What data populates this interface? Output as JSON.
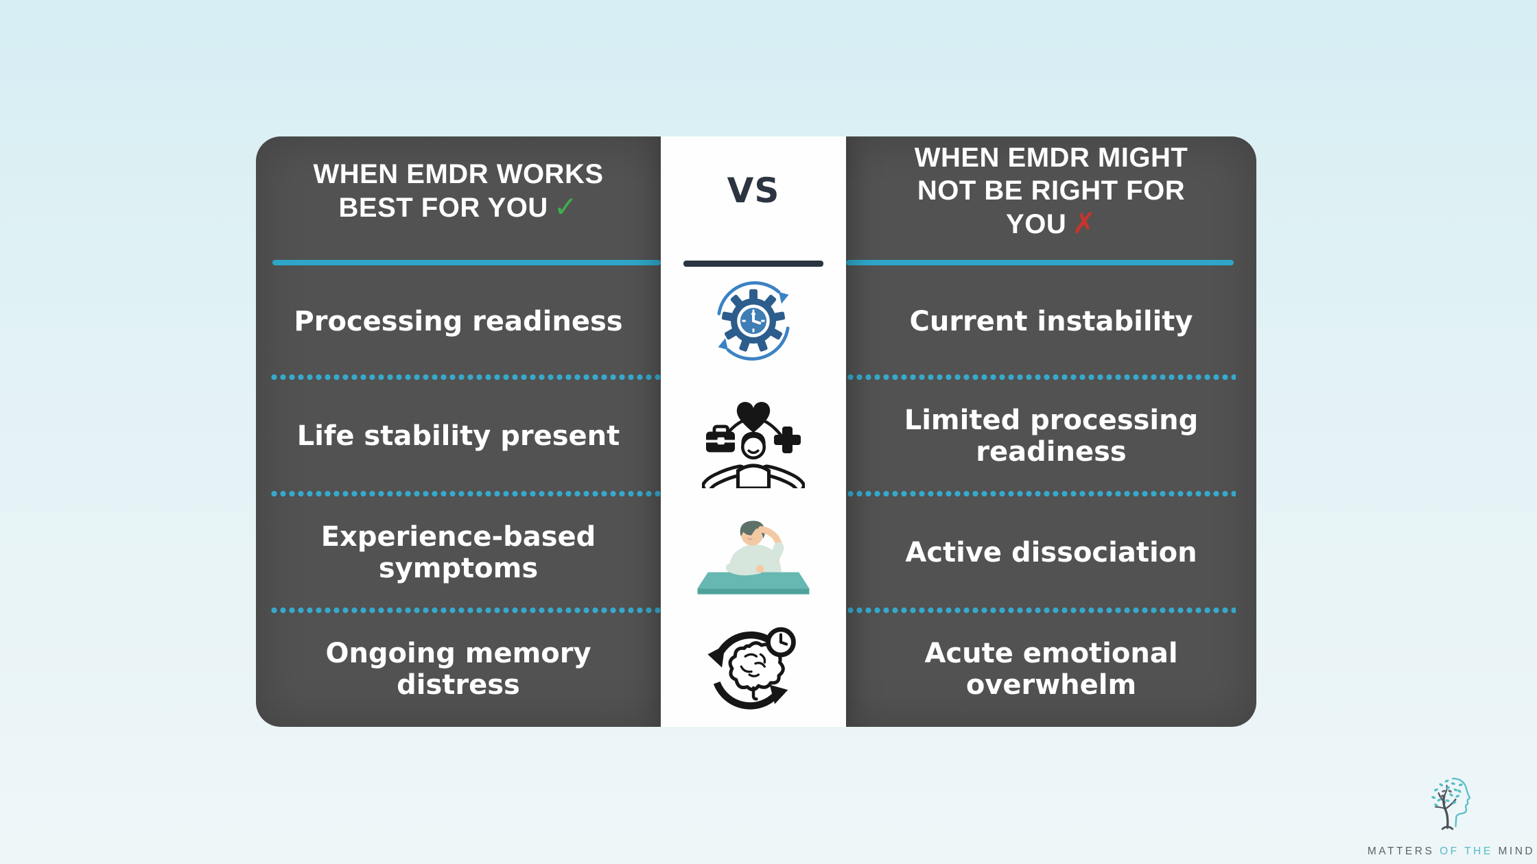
{
  "comparison": {
    "vs_label": "VS",
    "left": {
      "title": "WHEN EMDR WORKS\nBEST FOR YOU",
      "mark": "✓",
      "rows": [
        "Processing readiness",
        "Life stability present",
        "Experience-based\nsymptoms",
        "Ongoing memory\ndistress"
      ]
    },
    "right": {
      "title": "WHEN EMDR MIGHT\nNOT BE RIGHT FOR\nYOU",
      "mark": "✗",
      "rows": [
        "Current instability",
        "Limited processing\nreadiness",
        "Active dissociation",
        "Acute emotional\noverwhelm"
      ]
    },
    "icons": [
      {
        "name": "processing-cycle-gear-clock-icon"
      },
      {
        "name": "life-balance-person-icon"
      },
      {
        "name": "distressed-person-at-desk-icon"
      },
      {
        "name": "memory-reprocessing-brain-clock-icon"
      }
    ]
  },
  "brand": {
    "word1": "MATTERS",
    "word2": "OF THE",
    "word3": "MIND"
  },
  "colors": {
    "background_top": "#d5edf3",
    "background_bottom": "#eef6f8",
    "card_gray": "#525252",
    "accent_cyan": "#2fa6c9",
    "strip_white": "#fefefe",
    "divider_dark": "#2a3442",
    "text_white": "#ffffff",
    "vs_text": "#2b3440",
    "check_green": "#3fae4c",
    "cross_red": "#c5352c",
    "icon_blue_dark": "#2c5d8c",
    "icon_blue_mid": "#3b82c4",
    "icon_black": "#161616",
    "illustration_teal": "#67b8b2",
    "illustration_teal_dark": "#4fa29c",
    "illustration_sage": "#d6e6dc",
    "illustration_skin": "#f3c9a4",
    "illustration_hair": "#5d7168",
    "brand_gray": "#5a636b",
    "brand_teal": "#56bcc6"
  }
}
